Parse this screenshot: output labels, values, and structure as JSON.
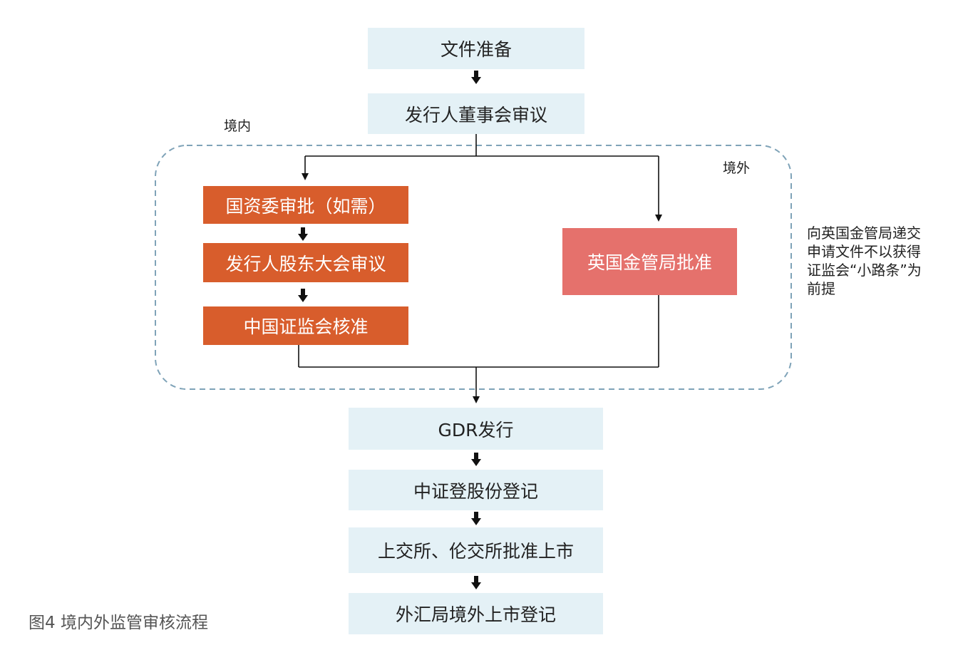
{
  "steps": {
    "prep": "文件准备",
    "board": "发行人董事会审议",
    "sasac": "国资委审批（如需）",
    "shareholders": "发行人股东大会审议",
    "csrc": "中国证监会核准",
    "fca": "英国金管局批准",
    "gdr": "GDR发行",
    "csdc": "中证登股份登记",
    "listing": "上交所、伦交所批准上市",
    "safe": "外汇局境外上市登记"
  },
  "labels": {
    "domestic": "境内",
    "overseas": "境外",
    "note": "向英国金管局递交申请文件不以获得证监会“小路条”为前提"
  },
  "caption": "图4  境内外监管审核流程",
  "colors": {
    "light_box": "#e4f1f6",
    "orange_box": "#d85d2c",
    "pink_box": "#e5716c",
    "dashed_border": "#7fa3b8"
  }
}
